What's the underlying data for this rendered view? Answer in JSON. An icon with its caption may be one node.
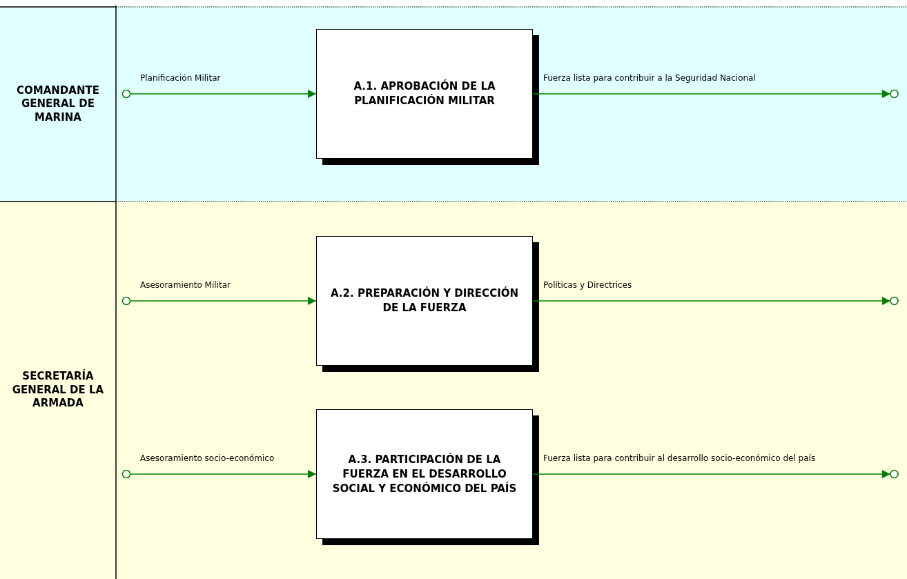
{
  "diagram": {
    "nodes": [
      {
        "text": [
          "COMANDANTE GENERAL DE MARINA"
        ]
      },
      {
        "text": [
          "A.1. APROBACIÓN DE LA PLANIFICACIÓN MILITAR"
        ],
        "in": 0
      },
      {
        "text": [
          "SECRETARÍA GENERAL DE LA ARMADA"
        ]
      },
      {
        "text": [
          "A.2. PREPARACIÓN Y DIRECCIÓN DE LA FUERZA"
        ],
        "in": 2
      },
      {
        "text": [
          "A.3. PARTICIPACIÓN DE LA FUERZA EN EL DESARROLLO SOCIAL Y ECONÓMICO DEL PAÍS"
        ],
        "in": 2
      }
    ],
    "edges": [
      {
        "from": null,
        "to": 1,
        "arrow": "to",
        "label": "Planificación Militar"
      },
      {
        "from": 1,
        "to": null,
        "arrow": "to",
        "label": "Fuerza lista para contribuir a la Seguridad Nacional"
      },
      {
        "from": null,
        "to": 3,
        "arrow": "to",
        "label": "Asesoramiento Militar"
      },
      {
        "from": 3,
        "to": null,
        "arrow": "to",
        "label": "Políticas y Directrices"
      },
      {
        "from": null,
        "to": 4,
        "arrow": "to",
        "label": "Asesoramiento socio-económico"
      },
      {
        "from": 4,
        "to": null,
        "arrow": "to",
        "label": "Fuerza lista para contribuir al desarrollo socio-económico del país"
      }
    ]
  }
}
